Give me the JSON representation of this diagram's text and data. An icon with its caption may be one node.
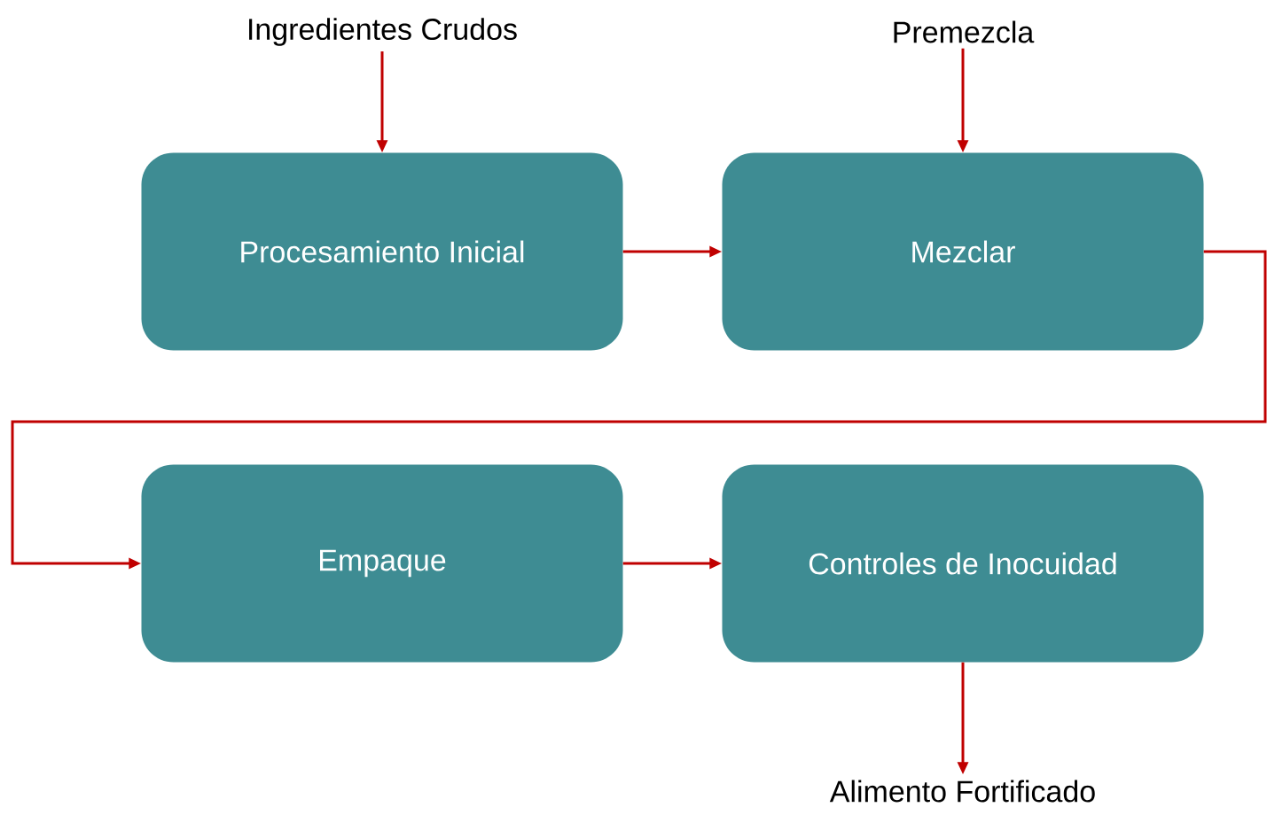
{
  "diagram": {
    "nodes": [
      {
        "text": [
          "Ingredientes Crudos"
        ]
      },
      {
        "text": [
          "Premezcla"
        ]
      },
      {
        "text": [
          "Procesamiento Inicial"
        ]
      },
      {
        "text": [
          "Mezclar"
        ]
      },
      {
        "text": [
          "Empaque"
        ]
      },
      {
        "text": [
          "Controles de Inocuidad"
        ]
      },
      {
        "text": [
          "Alimento Fortificado"
        ]
      }
    ],
    "edges": [
      {
        "from": 0,
        "to": 2,
        "arrow": "to"
      },
      {
        "from": 1,
        "to": 3,
        "arrow": "to"
      },
      {
        "from": 2,
        "to": 3,
        "arrow": "to"
      },
      {
        "from": 3,
        "to": 4,
        "arrow": "to"
      },
      {
        "from": 4,
        "to": 5,
        "arrow": "to"
      },
      {
        "from": 5,
        "to": 6,
        "arrow": "to"
      }
    ]
  }
}
